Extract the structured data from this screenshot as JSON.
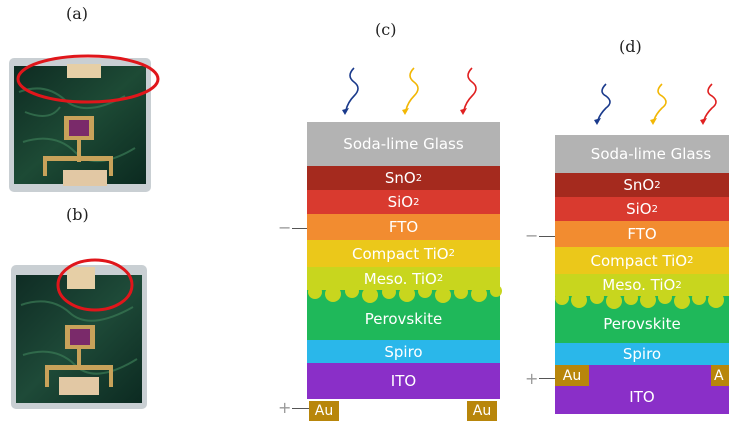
{
  "labels": {
    "a": "(a)",
    "b": "(b)",
    "c": "(c)",
    "d": "(d)"
  },
  "layers": {
    "glass": "Soda-lime Glass",
    "sno2_base": "SnO",
    "sno2_sub": "2",
    "sio2_base": "SiO",
    "sio2_sub": "2",
    "fto": "FTO",
    "compact_base": "Compact TiO",
    "compact_sub": "2",
    "meso_base": "Meso. TiO",
    "meso_sub": "2",
    "perovskite": "Perovskite",
    "spiro": "Spiro",
    "ito": "ITO",
    "au": "Au",
    "au_cut": "A"
  },
  "signs": {
    "minus": "−",
    "plus": "+"
  },
  "colors": {
    "glass": "#b3b3b3",
    "sno2": "#a52a1e",
    "sio2": "#d93a2f",
    "fto": "#f28c30",
    "compact": "#ebc81a",
    "meso": "#c8d61e",
    "perovskite": "#1fb85a",
    "spiro": "#2ab7ea",
    "ito": "#8a2fc8",
    "au": "#b8860b",
    "ray_blue": "#1a3a8c",
    "ray_yellow": "#f2b705",
    "ray_red": "#e02020"
  }
}
